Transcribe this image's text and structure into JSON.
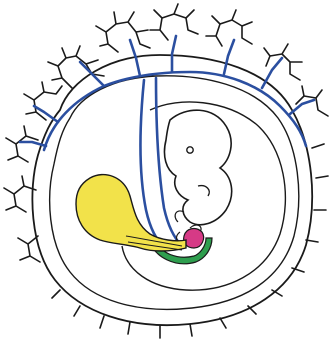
{
  "diagram": {
    "colors": {
      "outline": "#1a1a1a",
      "vessel": "#2b4fa0",
      "yolk_sac": "#f2e24a",
      "amnion_band": "#2e9e4e",
      "allantois": "#d63a86",
      "background": "#ffffff"
    },
    "parts": [
      {
        "id": "chorion-villi",
        "icon": "branching-villi"
      },
      {
        "id": "chorion-membrane",
        "icon": "outer-oval"
      },
      {
        "id": "blood-vessels",
        "icon": "blue-lines"
      },
      {
        "id": "amniotic-cavity",
        "icon": "inner-outline"
      },
      {
        "id": "embryo",
        "icon": "embryo-outline"
      },
      {
        "id": "yolk-sac",
        "icon": "yellow-sac"
      },
      {
        "id": "allantois",
        "icon": "pink-blob"
      },
      {
        "id": "umbilical-stalk",
        "icon": "green-band"
      }
    ]
  }
}
